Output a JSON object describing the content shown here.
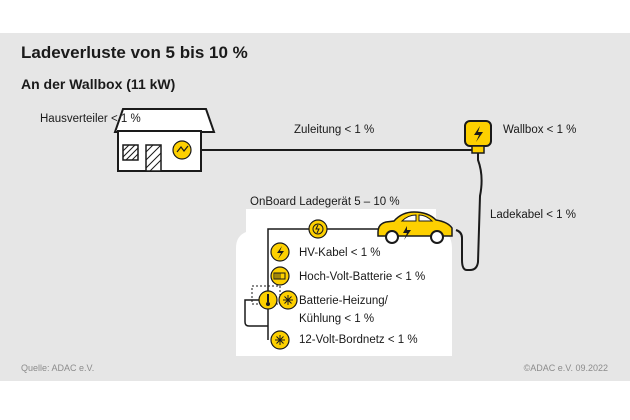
{
  "title": "Ladeverluste von 5 bis 10 %",
  "subtitle": "An der Wallbox (11 kW)",
  "labels": {
    "hausverteiler": "Hausverteiler < 1 %",
    "zuleitung": "Zuleitung < 1 %",
    "wallbox": "Wallbox < 1 %",
    "ladekabel": "Ladekabel < 1 %",
    "onboard": "OnBoard Ladegerät 5 – 10 %",
    "hv_kabel": "HV-Kabel < 1 %",
    "hv_batterie": "Hoch-Volt-Batterie < 1 %",
    "heizung_line1": "Batterie-Heizung/",
    "heizung_line2": "Kühlung < 1 %",
    "bordnetz": "12-Volt-Bordnetz < 1 %"
  },
  "footer": {
    "source": "Quelle: ADAC e.V.",
    "copyright": "©ADAC e.V.  09.2022"
  },
  "icons": [
    "house-icon",
    "fuse-box-icon",
    "wallbox-icon",
    "lightning-icon",
    "car-icon",
    "charger-icon",
    "battery-icon",
    "thermometer-icon",
    "snowflake-icon",
    "network-icon"
  ],
  "colors": {
    "accent": "#fdd000",
    "line": "#1a1a1a",
    "panel": "#e6e6e6"
  }
}
